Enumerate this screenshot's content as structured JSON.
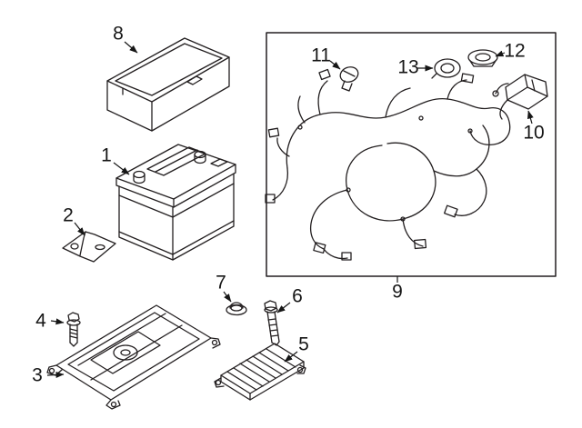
{
  "diagram": {
    "kind": "exploded-parts-line-drawing",
    "background_color": "#ffffff",
    "line_color": "#231f20",
    "callouts": [
      {
        "label": "1",
        "part": "battery"
      },
      {
        "label": "2",
        "part": "battery-hold-down-clamp"
      },
      {
        "label": "3",
        "part": "battery-tray"
      },
      {
        "label": "4",
        "part": "hex-flange-bolt"
      },
      {
        "label": "5",
        "part": "control-module"
      },
      {
        "label": "6",
        "part": "long-bolt"
      },
      {
        "label": "7",
        "part": "grommet"
      },
      {
        "label": "8",
        "part": "battery-cover-box"
      },
      {
        "label": "9",
        "part": "battery-wiring-harness"
      },
      {
        "label": "10",
        "part": "terminal-boot"
      },
      {
        "label": "11",
        "part": "retainer-clip"
      },
      {
        "label": "12",
        "part": "terminal-cap"
      },
      {
        "label": "13",
        "part": "round-cap"
      }
    ]
  }
}
